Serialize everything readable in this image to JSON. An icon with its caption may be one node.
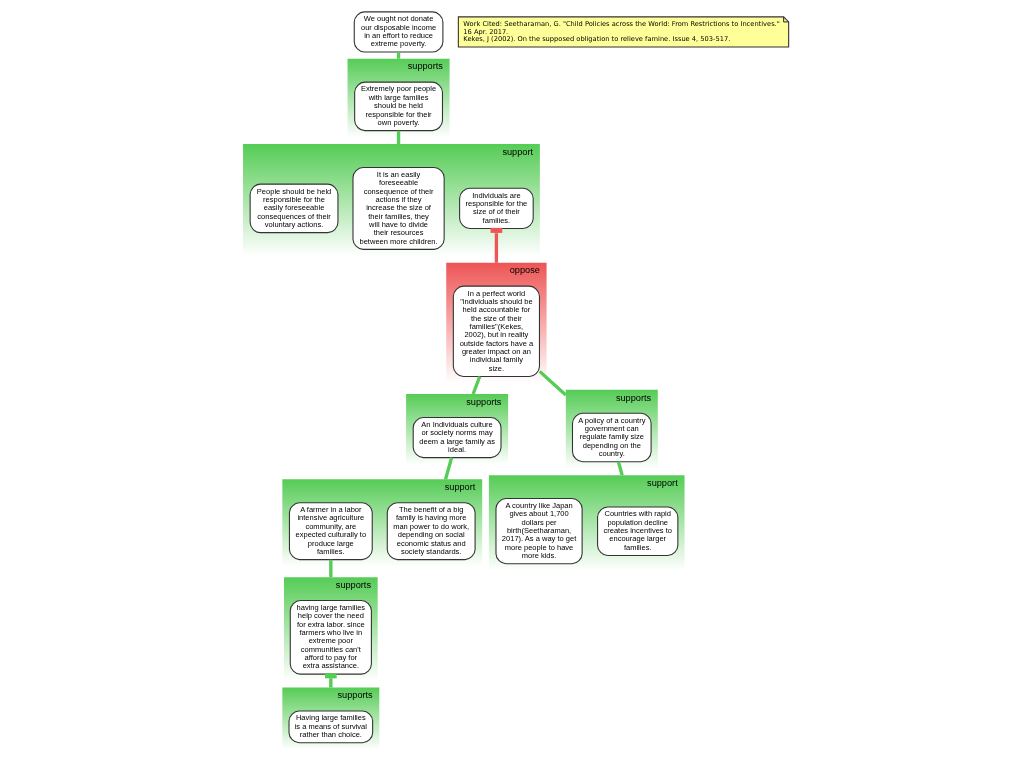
{
  "diagram": {
    "nodes": [
      {
        "text": [
          "We ought not donate our disposable income in an effort to reduce extreme poverty."
        ]
      },
      {
        "text": [
          "supports"
        ]
      },
      {
        "text": [
          "Extremely poor people with large families should be held responsible for their own poverty."
        ],
        "in": 1
      },
      {
        "text": [
          "support"
        ]
      },
      {
        "text": [
          "Individuals are responsible for the size of of their families."
        ],
        "in": 3
      },
      {
        "text": [
          "It is an easily foreseeable consequence of their actions if they increase the size of their families, they will have to divide their resources between more children."
        ],
        "in": 3
      },
      {
        "text": [
          "People should be held responsible for the easily foreseeable consequences of their voluntary actions."
        ],
        "in": 3
      },
      {
        "text": [
          "oppose"
        ]
      },
      {
        "text": [
          "In a perfect world \"individuals should be held accountable for the size of their families\"(Kekes, 2002), but in reality outside factors have a greater impact on an individual family size."
        ],
        "in": 7
      },
      {
        "text": [
          "supports"
        ]
      },
      {
        "text": [
          "An Individuals culture or society norms may deem a large family as ideal."
        ],
        "in": 9
      },
      {
        "text": [
          "supports"
        ]
      },
      {
        "text": [
          "A policy of a country government can regulate family size depending on the country."
        ],
        "in": 11
      },
      {
        "text": [
          "support"
        ]
      },
      {
        "text": [
          "The benefit of a big family is having more man power to do work, depending on social economic status and society standards."
        ],
        "in": 13
      },
      {
        "text": [
          "A farmer in a labor intensive agriculture community, are expected culturally to produce large families."
        ],
        "in": 13
      },
      {
        "text": [
          "support"
        ]
      },
      {
        "text": [
          "Countries with rapid population decline creates incentives to encourage larger families."
        ],
        "in": 16
      },
      {
        "text": [
          "A country like Japan gives about 1,700 dollars per birth(Seetharaman, 2017). As a way to get more people to have more kids."
        ],
        "in": 16
      },
      {
        "text": [
          "supports"
        ]
      },
      {
        "text": [
          "having large families help cover the need for extra labor. since farmers who live in extreme poor communities can't afford to pay for extra assistance."
        ],
        "in": 19
      },
      {
        "text": [
          "supports"
        ]
      },
      {
        "text": [
          "Having large families is a means of survival rather than choice."
        ],
        "in": 21
      },
      {
        "text": [
          "Work Cited: Seetharaman, G. \"Child Policies across the World: From Restrictions to Incentives.\" 16 Apr. 2017.",
          "Kekes, J (2002). On the supposed obligation to relieve famine. Issue 4, 503-517."
        ]
      }
    ],
    "edges": [
      {
        "from": 1,
        "to": 0,
        "arrow": "none"
      },
      {
        "from": 3,
        "to": 2,
        "arrow": "none"
      },
      {
        "from": 7,
        "to": 4,
        "arrow": "other",
        "color": "#ee5555"
      },
      {
        "from": 9,
        "to": 8,
        "arrow": "none"
      },
      {
        "from": 11,
        "to": 8,
        "arrow": "none"
      },
      {
        "from": 13,
        "to": 10,
        "arrow": "none"
      },
      {
        "from": 16,
        "to": 12,
        "arrow": "none"
      },
      {
        "from": 19,
        "to": 15,
        "arrow": "none"
      },
      {
        "from": 21,
        "to": 20,
        "arrow": "other"
      }
    ]
  }
}
